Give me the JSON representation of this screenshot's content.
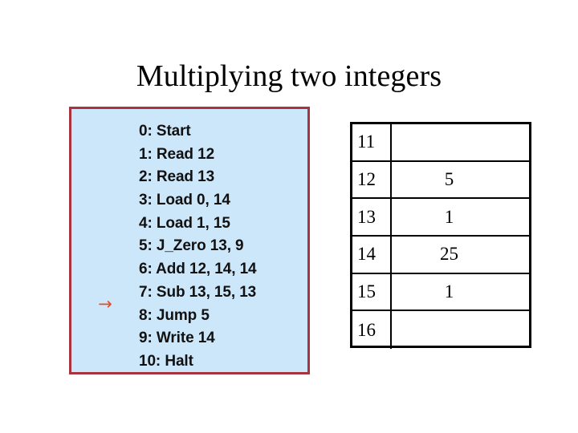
{
  "slide": {
    "title": "Multiplying two integers",
    "background_color": "#ffffff"
  },
  "program_box": {
    "fill_color": "#cde7fa",
    "border_color": "#a83440",
    "lines": [
      {
        "label": "0: Start"
      },
      {
        "label": "1: Read 12"
      },
      {
        "label": "2: Read 13"
      },
      {
        "label": "3: Load 0, 14"
      },
      {
        "label": "4: Load 1, 15"
      },
      {
        "label": "5: J_Zero 13, 9"
      },
      {
        "label": "6: Add 12, 14, 14"
      },
      {
        "label": "7: Sub 13, 15, 13"
      },
      {
        "label": "8: Jump 5"
      },
      {
        "label": "9: Write 14"
      },
      {
        "label": "10: Halt"
      }
    ]
  },
  "pc_arrow": {
    "glyph": "→",
    "color": "#e0502a",
    "points_at_line": "8: Jump 5"
  },
  "memory_table": {
    "border_color": "#000000",
    "rows": [
      {
        "address": "11",
        "value": ""
      },
      {
        "address": "12",
        "value": "5"
      },
      {
        "address": "13",
        "value": "1"
      },
      {
        "address": "14",
        "value": "25"
      },
      {
        "address": "15",
        "value": "1"
      },
      {
        "address": "16",
        "value": ""
      }
    ]
  }
}
